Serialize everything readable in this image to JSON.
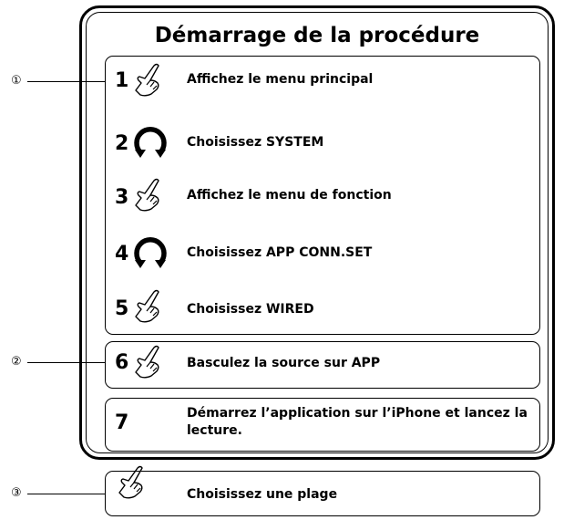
{
  "title": "Démarrage de la procédure",
  "callouts": [
    "①",
    "②",
    "③"
  ],
  "steps": [
    {
      "num": "1",
      "icon": "touch-hand-icon",
      "text": "Affichez le menu principal"
    },
    {
      "num": "2",
      "icon": "rotate-knob-icon",
      "text": "Choisissez SYSTEM"
    },
    {
      "num": "3",
      "icon": "touch-hand-icon",
      "text": "Affichez le menu de fonction"
    },
    {
      "num": "4",
      "icon": "rotate-knob-icon",
      "text": "Choisissez APP CONN.SET"
    },
    {
      "num": "5",
      "icon": "touch-hand-icon",
      "text": "Choisissez WIRED"
    },
    {
      "num": "6",
      "icon": "touch-hand-icon",
      "text": "Basculez la source sur APP"
    },
    {
      "num": "7",
      "icon": "",
      "text": "Démarrez l’application sur l’iPhone et lancez la lecture."
    }
  ],
  "final_step": {
    "icon": "touch-hand-icon",
    "text": "Choisissez une plage"
  }
}
